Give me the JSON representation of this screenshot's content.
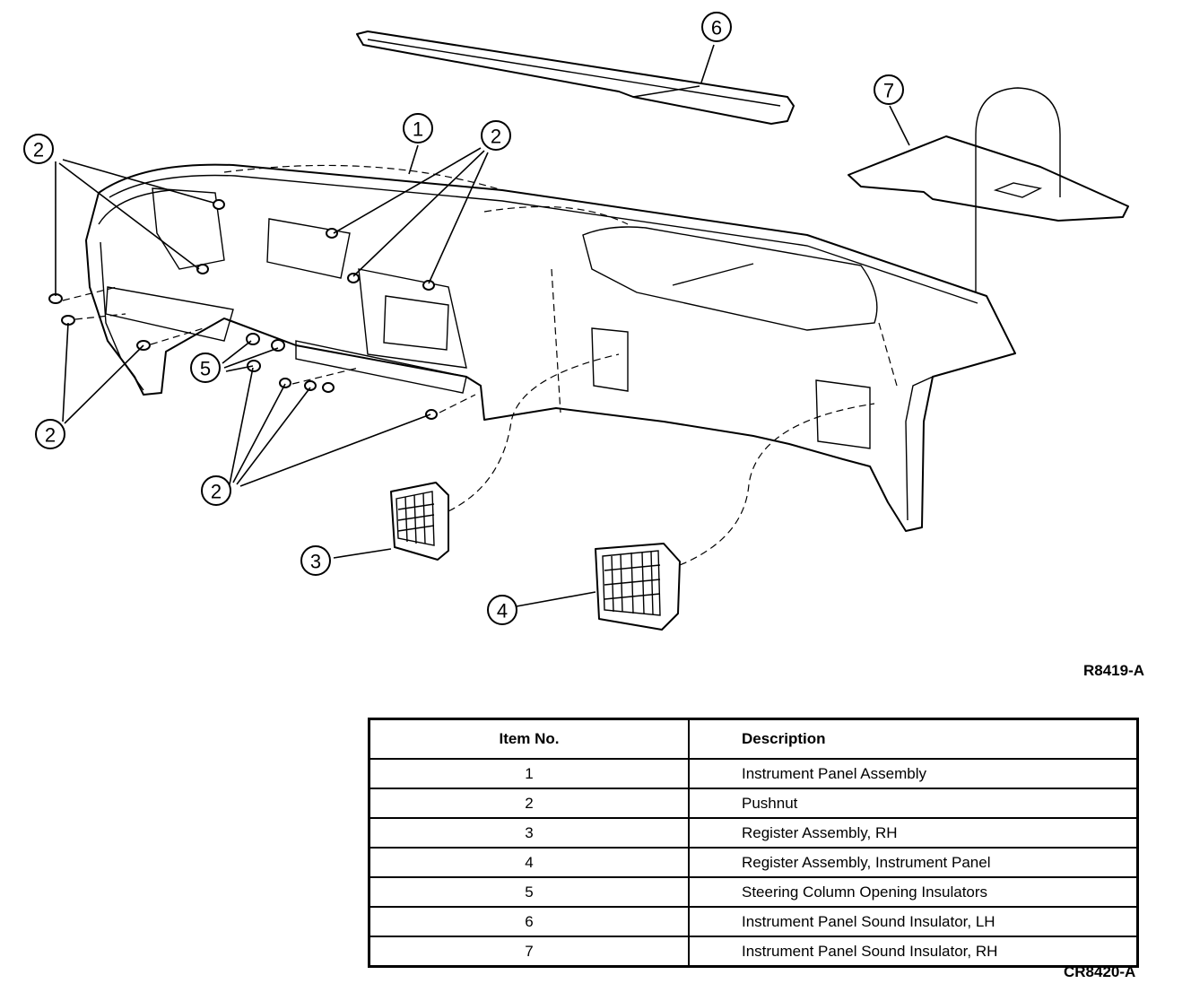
{
  "diagram": {
    "reference_code": "R8419-A",
    "callouts": [
      "1",
      "2",
      "3",
      "4",
      "5",
      "6",
      "7"
    ]
  },
  "legend": {
    "header": {
      "item_no": "Item No.",
      "description": "Description"
    },
    "rows": [
      {
        "item_no": "1",
        "description": "Instrument Panel Assembly"
      },
      {
        "item_no": "2",
        "description": "Pushnut"
      },
      {
        "item_no": "3",
        "description": "Register Assembly, RH"
      },
      {
        "item_no": "4",
        "description": "Register Assembly, Instrument Panel"
      },
      {
        "item_no": "5",
        "description": "Steering Column Opening Insulators"
      },
      {
        "item_no": "6",
        "description": "Instrument Panel Sound Insulator, LH"
      },
      {
        "item_no": "7",
        "description": "Instrument Panel Sound Insulator, RH"
      }
    ],
    "reference_code": "CR8420-A"
  }
}
